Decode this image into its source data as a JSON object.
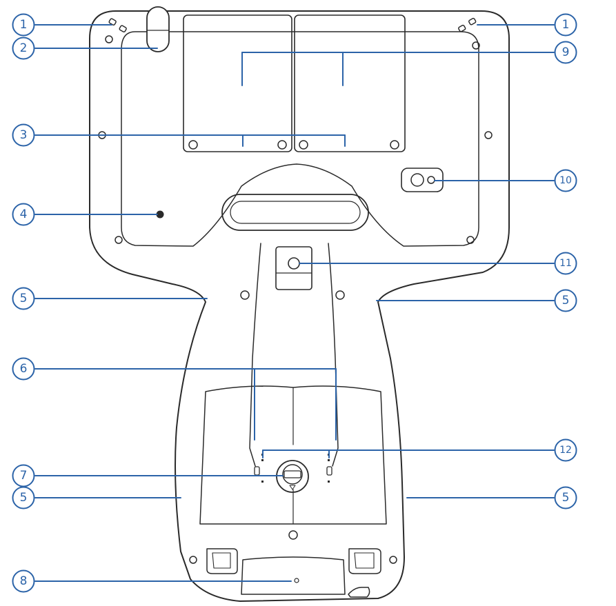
{
  "colors": {
    "callout": "#2b63a8",
    "device_outline": "#2a2a2a",
    "device_fill": "#ffffff"
  },
  "callouts": [
    {
      "id": "c1-left",
      "label": "1"
    },
    {
      "id": "c2",
      "label": "2"
    },
    {
      "id": "c3",
      "label": "3"
    },
    {
      "id": "c4",
      "label": "4"
    },
    {
      "id": "c5-ul",
      "label": "5"
    },
    {
      "id": "c6",
      "label": "6"
    },
    {
      "id": "c7",
      "label": "7"
    },
    {
      "id": "c5-ll",
      "label": "5"
    },
    {
      "id": "c8",
      "label": "8"
    },
    {
      "id": "c1-right",
      "label": "1"
    },
    {
      "id": "c9",
      "label": "9"
    },
    {
      "id": "c10",
      "label": "10"
    },
    {
      "id": "c11",
      "label": "11"
    },
    {
      "id": "c5-ur",
      "label": "5"
    },
    {
      "id": "c12",
      "label": "12"
    },
    {
      "id": "c5-lr",
      "label": "5"
    }
  ]
}
